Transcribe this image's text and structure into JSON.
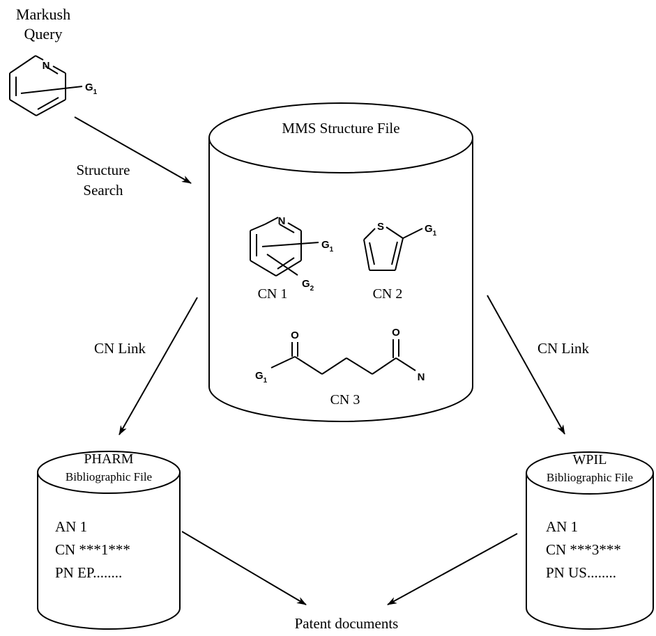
{
  "query": {
    "title_line1": "Markush",
    "title_line2": "Query",
    "atom_n": "N",
    "group_g": "G",
    "group_sub": "1"
  },
  "edges": {
    "search_line1": "Structure",
    "search_line2": "Search",
    "link_left": "CN Link",
    "link_right": "CN Link"
  },
  "mms": {
    "title": "MMS Structure File",
    "cn1": {
      "label": "CN 1",
      "atom_n": "N",
      "g1": "G",
      "g1_sub": "1",
      "g2": "G",
      "g2_sub": "2"
    },
    "cn2": {
      "label": "CN 2",
      "atom_s": "S",
      "g1": "G",
      "g1_sub": "1"
    },
    "cn3": {
      "label": "CN 3",
      "o_left": "O",
      "o_right": "O",
      "n_right": "N",
      "g1": "G",
      "g1_sub": "1"
    }
  },
  "pharm": {
    "title": "PHARM",
    "subtitle": "Bibliographic File",
    "line1": "AN 1",
    "line2": "CN ***1***",
    "line3": "PN EP........"
  },
  "wpil": {
    "title": "WPIL",
    "subtitle": "Bibliographic File",
    "line1": "AN 1",
    "line2": "CN ***3***",
    "line3": "PN US........"
  },
  "output": {
    "label": "Patent documents"
  },
  "colors": {
    "ink": "#000000",
    "background": "#ffffff"
  }
}
